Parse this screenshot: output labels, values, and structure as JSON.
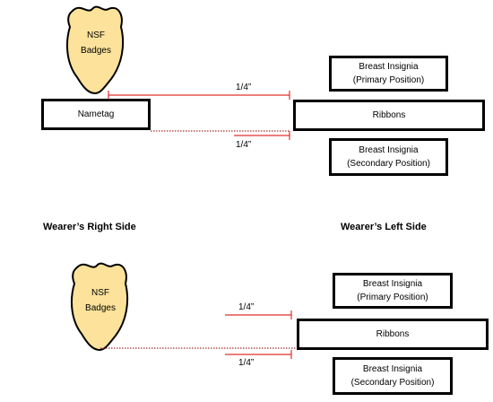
{
  "top": {
    "badge": {
      "line1": "NSF",
      "line2": "Badges"
    },
    "nametag": "Nametag",
    "ribbons": "Ribbons",
    "primary": {
      "line1": "Breast Insignia",
      "line2": "(Primary Position)"
    },
    "secondary": {
      "line1": "Breast Insignia",
      "line2": "(Secondary Position)"
    },
    "spacing_upper": "1/4”",
    "spacing_lower": "1/4”"
  },
  "labels": {
    "right_side": "Wearer’s Right Side",
    "left_side": "Wearer’s Left Side"
  },
  "bottom": {
    "badge": {
      "line1": "NSF",
      "line2": "Badges"
    },
    "ribbons": "Ribbons",
    "primary": {
      "line1": "Breast Insignia",
      "line2": "(Primary Position)"
    },
    "secondary": {
      "line1": "Breast Insignia",
      "line2": "(Secondary Position)"
    },
    "spacing_upper": "1/4”",
    "spacing_lower": "1/4”"
  },
  "colors": {
    "badge_fill": "#FCE29A",
    "measure_line": "#E0302A",
    "dotted_line": "#A33030"
  }
}
